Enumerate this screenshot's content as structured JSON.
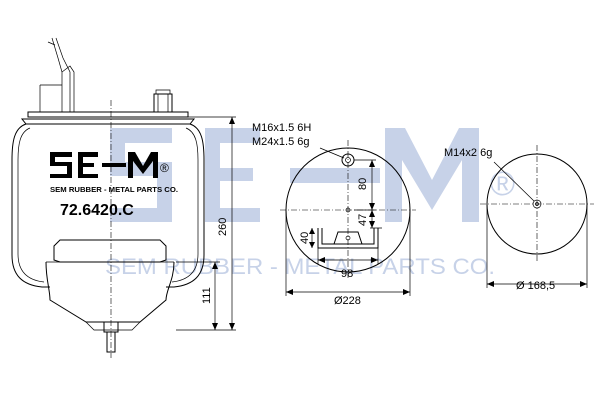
{
  "watermark": {
    "logo": "SE-M",
    "registered": "®",
    "company": "SEM RUBBER - METAL PARTS CO."
  },
  "product": {
    "logo": "SE-M",
    "registered": "®",
    "company": "SEM RUBBER - METAL PARTS CO.",
    "part_number": "72.6420.C"
  },
  "dimensions": {
    "total_height": "260",
    "piston_height": "111",
    "top_thread_1": "M16x1.5 6H",
    "top_thread_2": "M24x1.5 6g",
    "spacing_upper": "80",
    "spacing_lower": "47",
    "bracket_height": "40",
    "bracket_width": "98",
    "top_diameter": "Ø228",
    "bottom_thread": "M14x2 6g",
    "bottom_diameter": "Ø 168,5"
  },
  "colors": {
    "line": "#000000",
    "watermark": "#c7d2e8"
  }
}
